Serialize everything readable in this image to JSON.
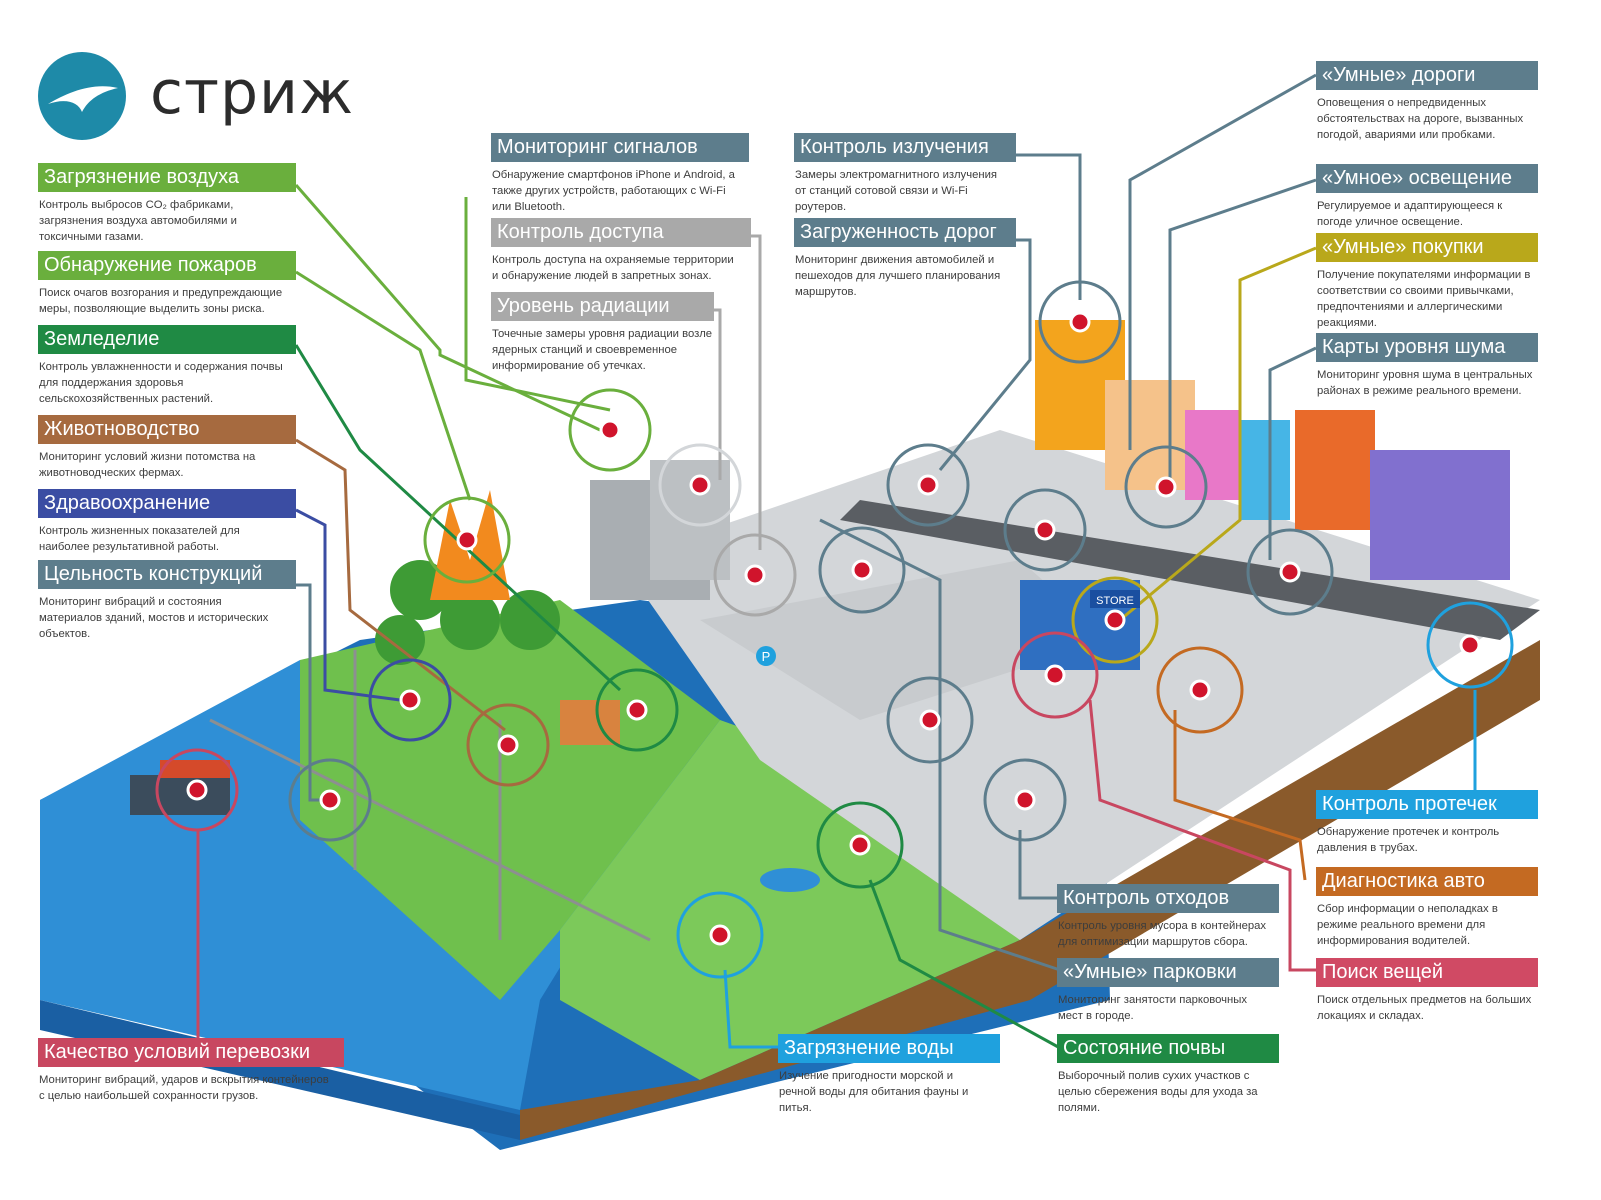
{
  "brand": {
    "name": "стриж",
    "logo_color": "#1e8aa8"
  },
  "colors": {
    "water": "#2f8fd6",
    "grass": "#6fc04d",
    "earth": "#8a5a2b",
    "road": "#5a5e63",
    "pavement": "#d3d6d9",
    "marker": "#d0142c"
  },
  "labels": {
    "air": {
      "title": "Загрязнение воздуха",
      "desc": [
        "Контроль выбросов CO₂ фабриками,",
        "загрязнения воздуха автомобилями и",
        "токсичными газами."
      ]
    },
    "fire": {
      "title": "Обнаружение пожаров",
      "desc": [
        "Поиск очагов возгорания и предупреждающие",
        "меры, позволяющие выделить зоны риска."
      ]
    },
    "agri": {
      "title": "Земледелие",
      "desc": [
        "Контроль увлажненности и содержания почвы",
        "для поддержания здоровья",
        "сельскохозяйственных растений."
      ]
    },
    "livestock": {
      "title": "Животноводство",
      "desc": [
        "Мониторинг условий жизни потомства на",
        "животноводческих фермах."
      ]
    },
    "health": {
      "title": "Здравоохранение",
      "desc": [
        "Контроль жизненных показателей для",
        "наиболее результативной работы."
      ]
    },
    "structure": {
      "title": "Цельность конструкций",
      "desc": [
        "Мониторинг вибраций и состояния",
        "материалов зданий, мостов и исторических",
        "объектов."
      ]
    },
    "transport": {
      "title": "Качество условий перевозки",
      "desc": [
        "Мониторинг вибраций, ударов и вскрытия контейнеров",
        "с целью наибольшей сохранности грузов."
      ]
    },
    "signals": {
      "title": "Мониторинг сигналов",
      "desc": [
        "Обнаружение смартфонов iPhone и Android, а",
        "также других устройств, работающих с Wi-Fi",
        "или Bluetooth."
      ]
    },
    "access": {
      "title": "Контроль доступа",
      "desc": [
        "Контроль доступа на охраняемые территории",
        "и обнаружение людей в запретных зонах."
      ]
    },
    "radiation": {
      "title": "Уровень радиации",
      "desc": [
        "Точечные замеры уровня радиации возле",
        "ядерных станций и своевременное",
        "информирование об утечках."
      ]
    },
    "emission": {
      "title": "Контроль излучения",
      "desc": [
        "Замеры электромагнитного излучения",
        "от станций сотовой связи и Wi-Fi",
        "роутеров."
      ]
    },
    "traffic": {
      "title": "Загруженность дорог",
      "desc": [
        "Мониторинг движения автомобилей и",
        "пешеходов для лучшего планирования",
        "маршрутов."
      ]
    },
    "roads": {
      "title": "«Умные» дороги",
      "desc": [
        "Оповещения о непредвиденных",
        "обстоятельствах на дороге, вызванных",
        "погодой, авариями или пробками."
      ]
    },
    "lighting": {
      "title": "«Умное» освещение",
      "desc": [
        "Регулируемое и адаптирующееся к",
        "погоде уличное освещение."
      ]
    },
    "shopping": {
      "title": "«Умные» покупки",
      "desc": [
        "Получение покупателями информации в",
        "соответствии со своими привычками,",
        "предпочтениями и аллергическими",
        "реакциями."
      ]
    },
    "noise": {
      "title": "Карты уровня шума",
      "desc": [
        "Мониторинг уровня шума в центральных",
        "районах в режиме реального времени."
      ]
    },
    "leaks": {
      "title": "Контроль протечек",
      "desc": [
        "Обнаружение протечек и контроль",
        "давления в трубах."
      ]
    },
    "auto": {
      "title": "Диагностика авто",
      "desc": [
        "Сбор информации о неполадках в",
        "режиме реального времени для",
        "информирования водителей."
      ]
    },
    "search": {
      "title": "Поиск вещей",
      "desc": [
        "Поиск отдельных предметов на больших",
        "локациях и складах."
      ]
    },
    "waste": {
      "title": "Контроль отходов",
      "desc": [
        "Контроль уровня мусора в контейнерах",
        "для оптимизации маршрутов сбора."
      ]
    },
    "parking": {
      "title": "«Умные» парковки",
      "desc": [
        "Мониторинг занятости парковочных",
        "мест в городе."
      ]
    },
    "water": {
      "title": "Загрязнение воды",
      "desc": [
        "Изучение пригодности морской и",
        "речной воды для обитания фауны и",
        "питья."
      ]
    },
    "soil": {
      "title": "Состояние почвы",
      "desc": [
        "Выборочный полив сухих участков с",
        "целью сбережения воды для ухода за",
        "полями."
      ]
    }
  },
  "scene_text": {
    "store_sign": "STORE",
    "parking_sign": "P"
  }
}
